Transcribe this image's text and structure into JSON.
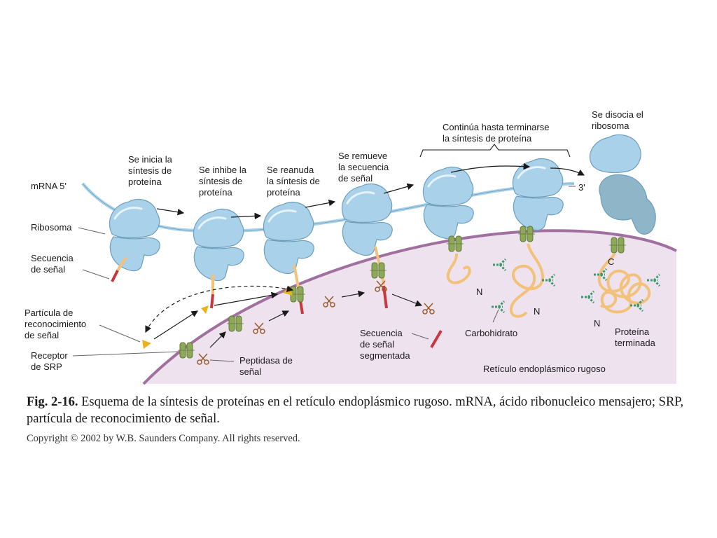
{
  "colors": {
    "ribosome": "#a9d2ea",
    "ribosome_edge": "#6d9fbd",
    "mrna": "#a9d2ea",
    "er_lumen": "#efe2ef",
    "er_membrane": "#a0709e",
    "receptor": "#8ea85a",
    "chain": "#f2c27a",
    "signal_sequence": "#c8373e",
    "srp": "#e9b31d",
    "carbohydrate": "#3a9a6a"
  },
  "labels": {
    "mrna5": "mRNA 5'",
    "mrna3": "3'",
    "ribosome": "Ribosoma",
    "signal_seq": [
      "Secuencia",
      "de señal"
    ],
    "srp_particle": [
      "Partícula de",
      "reconocimiento",
      "de señal"
    ],
    "srp_receptor": [
      "Receptor",
      "de SRP"
    ],
    "peptidase": [
      "Peptidasa de",
      "señal"
    ],
    "cleaved_seq": [
      "Secuencia",
      "de señal",
      "segmentada"
    ],
    "carbohydrate": "Carbohidrato",
    "er": "Retículo endoplásmico rugoso",
    "finished_protein": [
      "Proteína",
      "terminada"
    ],
    "step1": [
      "Se inicia la",
      "síntesis de",
      "proteína"
    ],
    "step2": [
      "Se inhibe la",
      "síntesis de",
      "proteína"
    ],
    "step3": [
      "Se reanuda",
      "la síntesis de",
      "proteína"
    ],
    "step4": [
      "Se remueve",
      "la secuencia",
      "de señal"
    ],
    "step5": [
      "Continúa hasta terminarse",
      "la síntesis de proteína"
    ],
    "step6": [
      "Se disocia el",
      "ribosoma"
    ],
    "n1": "N",
    "n2": "N",
    "n3": "N",
    "c_term": "C"
  },
  "caption": {
    "fig_label": "Fig. 2-16.",
    "text": "Esquema de la síntesis de proteínas en el retículo endoplásmico rugoso. mRNA, ácido ribonucleico mensajero; SRP, partícula de reconocimiento de señal."
  },
  "copyright": "Copyright © 2002 by W.B. Saunders Company. All rights reserved."
}
